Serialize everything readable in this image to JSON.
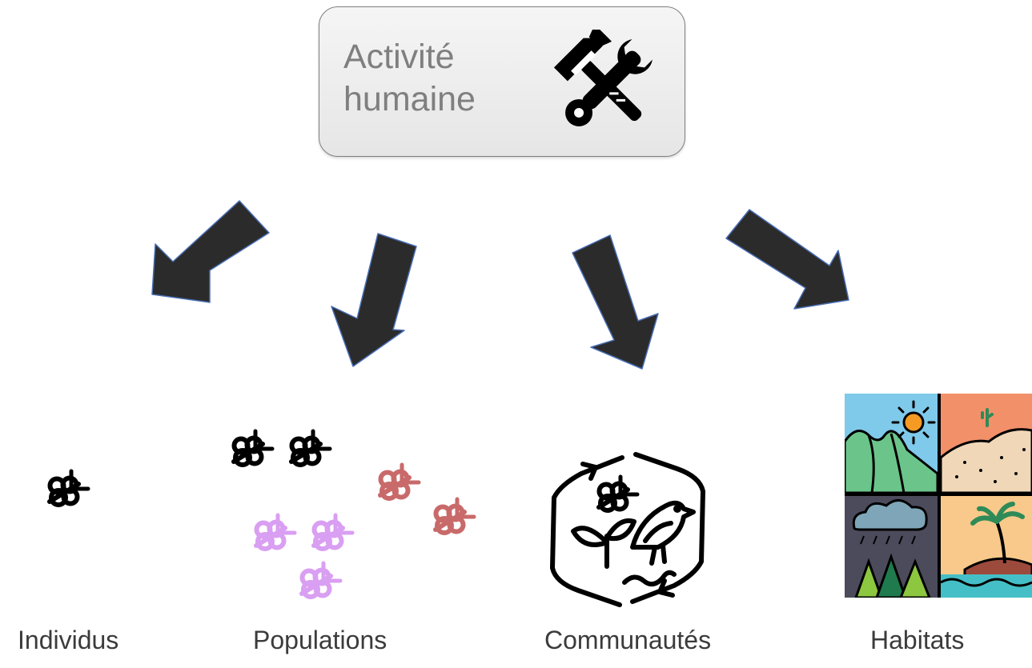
{
  "activity_box": {
    "title": "Activité humaine",
    "icon": "hammer-wrench-icon"
  },
  "levels": [
    {
      "label": "Individus",
      "icon": "single-bee-icon"
    },
    {
      "label": "Populations",
      "icon": "bee-groups-icon"
    },
    {
      "label": "Communautés",
      "icon": "community-cycle-icon"
    },
    {
      "label": "Habitats",
      "icon": "habitats-grid-icon"
    }
  ],
  "colors": {
    "arrow_fill": "#2b2b2b",
    "arrow_outline": "#4a6fb5",
    "box_border": "#7f7f7f",
    "black_bee": "#000000",
    "purple_bee": "#d99ff2",
    "red_bee": "#c96a6a"
  }
}
